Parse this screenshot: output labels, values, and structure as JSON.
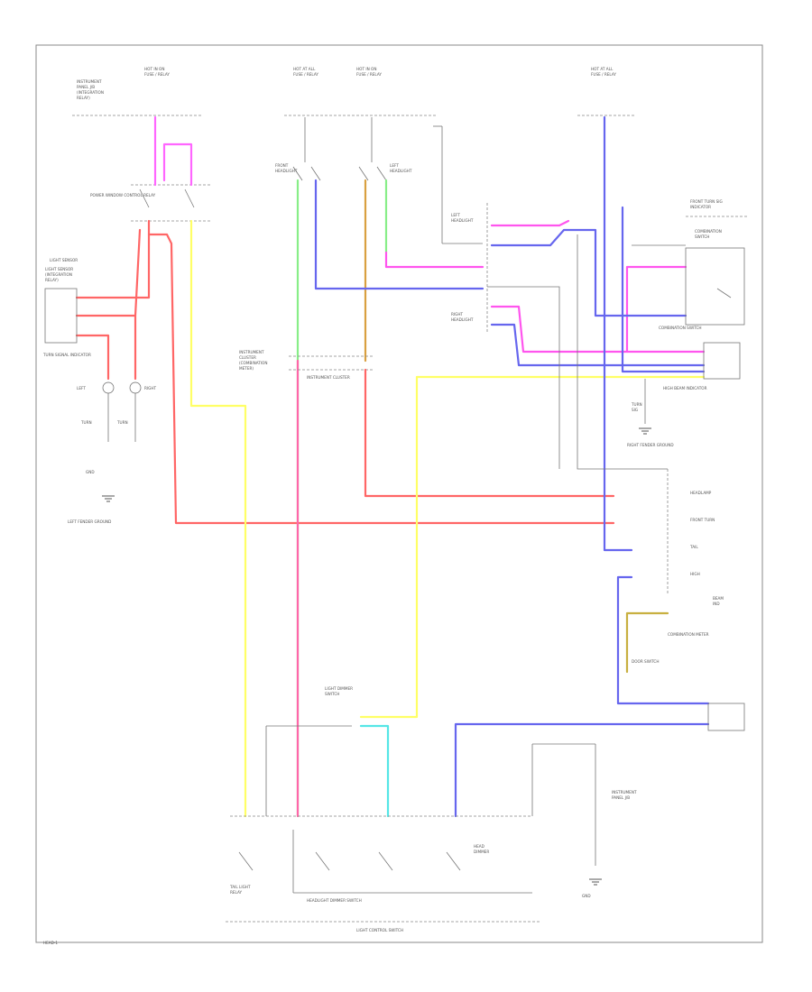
{
  "diagram": {
    "wire_colors": {
      "pink": "#ff66ff",
      "magenta": "#ff55ee",
      "red": "#ff6666",
      "yellow": "#ffff66",
      "green": "#88ee88",
      "orange": "#d9a040",
      "blue": "#6666ee",
      "cyan": "#55e6e6",
      "gray": "#888888"
    },
    "labels": {
      "relay_block": "POWER WINDOW CONTROL RELAY",
      "cluster": "INSTRUMENT CLUSTER",
      "indicator_left": "TURN SIGNAL INDICATOR",
      "indicator_right": "HIGH BEAM INDICATOR",
      "dimmer": "COMBINATION SWITCH",
      "bottom_switch": "HEADLIGHT DIMMER SWITCH",
      "bottom_unit": "LIGHT CONTROL SWITCH",
      "left_sensor": "LIGHT SENSOR",
      "left_ground": "LEFT FENDER GROUND",
      "right_ground": "RIGHT FENDER GROUND",
      "door_switch": "DOOR SWITCH",
      "page_code": "HEAD-1"
    }
  }
}
